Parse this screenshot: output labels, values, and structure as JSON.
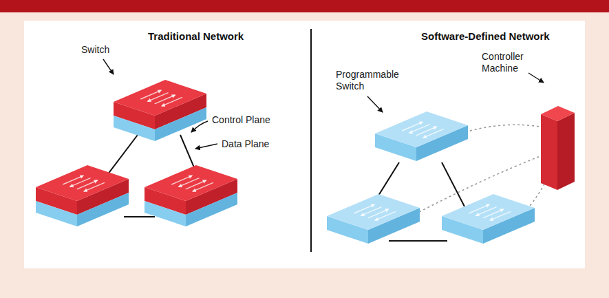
{
  "diagram": {
    "labels": [
      "Traditional Network",
      "Switch",
      "Control Plane",
      "Data Plane",
      "Software-Defined Network",
      "Programmable Switch",
      "Controller Machine"
    ]
  }
}
